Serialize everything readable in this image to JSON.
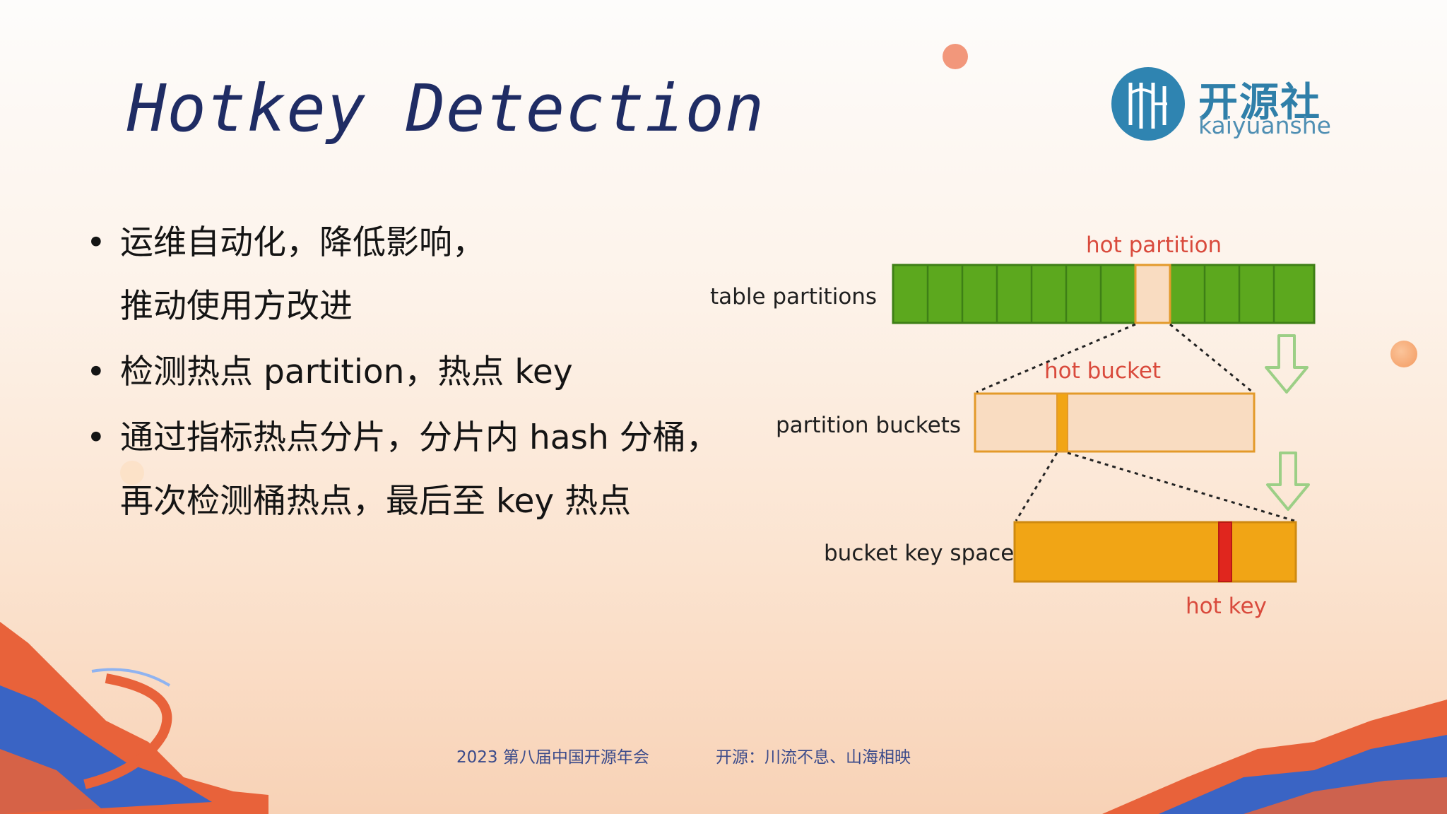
{
  "title": "Hotkey Detection",
  "logo": {
    "name_cn": "开源社",
    "name_en": "kaiyuanshe"
  },
  "bullets": [
    {
      "lines": [
        "运维自动化，降低影响，",
        "推动使用方改进"
      ]
    },
    {
      "lines": [
        "检测热点 partition，热点 key"
      ]
    },
    {
      "lines": [
        "通过指标热点分片，分片内 hash 分桶，",
        "再次检测桶热点，最后至 key 热点"
      ]
    }
  ],
  "diagram": {
    "hot_partition_label": "hot partition",
    "table_partitions_label": "table partitions",
    "hot_bucket_label": "hot bucket",
    "partition_buckets_label": "partition buckets",
    "bucket_key_space_label": "bucket key space",
    "hot_key_label": "hot key",
    "colors": {
      "partition_green": "#5ca81e",
      "hot_fill": "#f9dcc1",
      "bucket_border": "#e39a2a",
      "key_space_fill": "#f1a515",
      "hot_key_red": "#e0261e",
      "arrow_green": "#9ccf86"
    }
  },
  "footer": {
    "left": "2023 第八届中国开源年会",
    "right": "开源：川流不息、山海相映"
  }
}
